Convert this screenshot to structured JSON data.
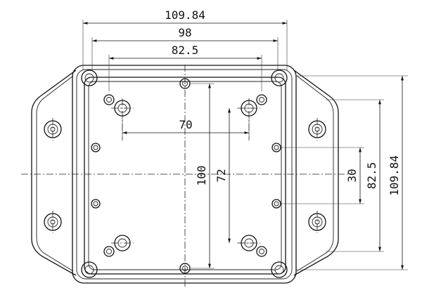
{
  "drawing": {
    "dimensions": {
      "top_overall": "109.84",
      "top_middle": "98",
      "top_inner": "82.5",
      "inner_horizontal": "70",
      "vertical_100": "100",
      "vertical_72": "72",
      "right_30": "30",
      "right_82_5": "82.5",
      "right_overall": "109.84"
    }
  }
}
